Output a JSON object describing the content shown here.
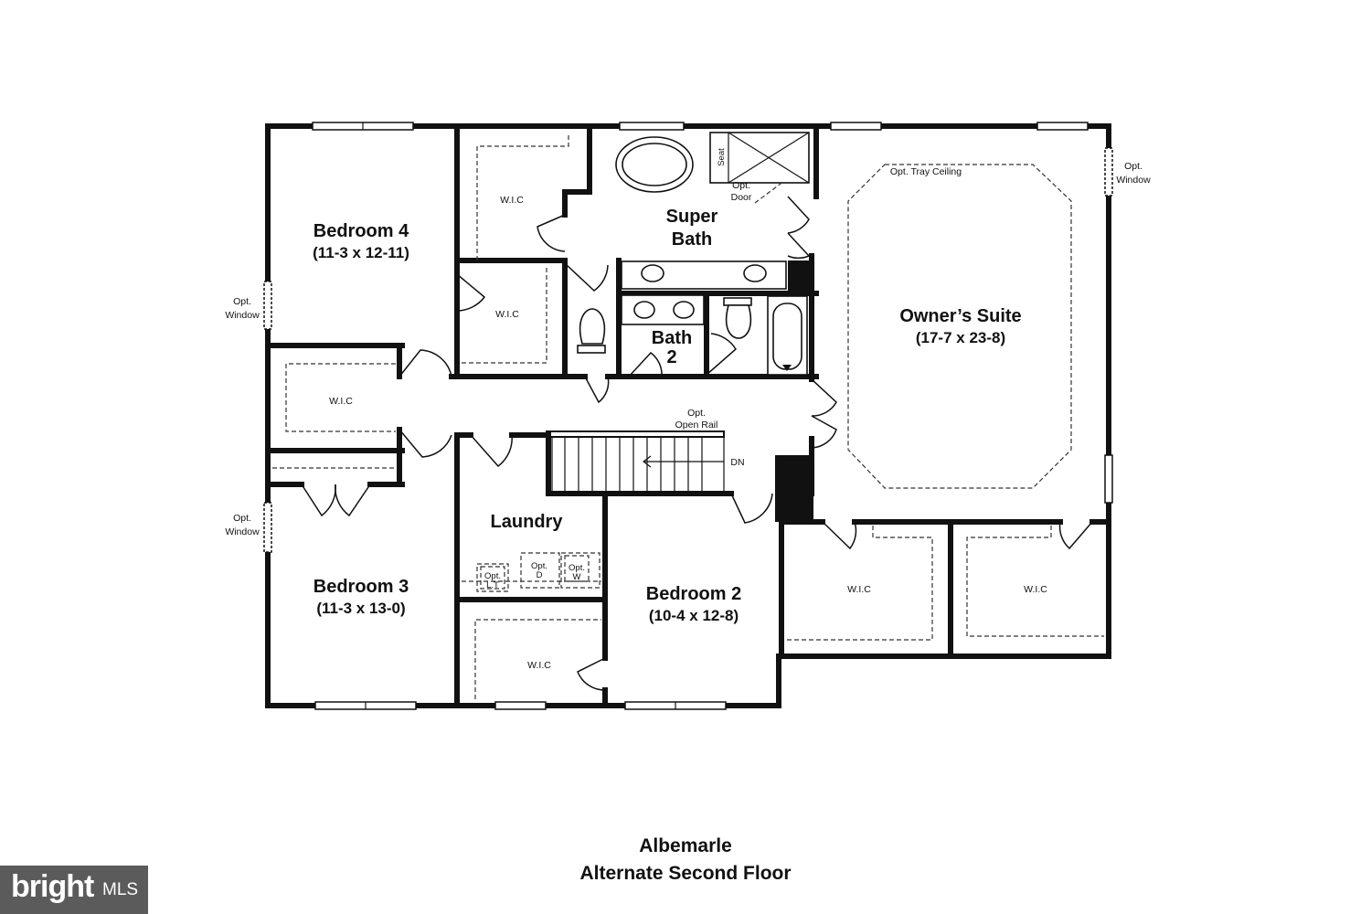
{
  "plan": {
    "name": "Albemarle",
    "floor": "Alternate Second Floor",
    "rooms": {
      "bedroom4": {
        "name": "Bedroom 4",
        "dims": "(11-3 x 12-11)"
      },
      "bedroom3": {
        "name": "Bedroom 3",
        "dims": "(11-3 x 13-0)"
      },
      "bedroom2": {
        "name": "Bedroom 2",
        "dims": "(10-4 x 12-8)"
      },
      "owners_suite": {
        "name": "Owner’s Suite",
        "dims": "(17-7 x 23-8)"
      },
      "super_bath": {
        "line1": "Super",
        "line2": "Bath"
      },
      "bath2": {
        "line1": "Bath",
        "line2": "2"
      },
      "laundry": {
        "name": "Laundry"
      }
    },
    "wic_label": "W.I.C",
    "labels": {
      "opt": "Opt.",
      "window": "Window",
      "tray_ceiling": "Opt. Tray Ceiling",
      "seat": "Seat",
      "door": "Door",
      "open_rail": "Open Rail",
      "dn": "DN",
      "lt": "L.T",
      "d": "D",
      "w": "W"
    }
  },
  "logo": {
    "brand": "bright",
    "suffix": "MLS"
  }
}
